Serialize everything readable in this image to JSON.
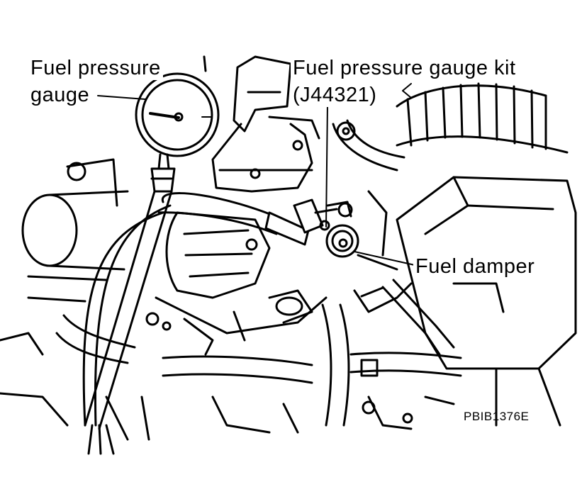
{
  "labels": {
    "fuel_pressure_gauge_line1": "Fuel pressure",
    "fuel_pressure_gauge_line2": "gauge",
    "gauge_kit_line1": "Fuel pressure gauge kit",
    "gauge_kit_line2": "(J44321)",
    "fuel_damper": "Fuel damper"
  },
  "figure_code": "PBIB1376E",
  "colors": {
    "ink": "#000000",
    "paper": "#ffffff"
  }
}
